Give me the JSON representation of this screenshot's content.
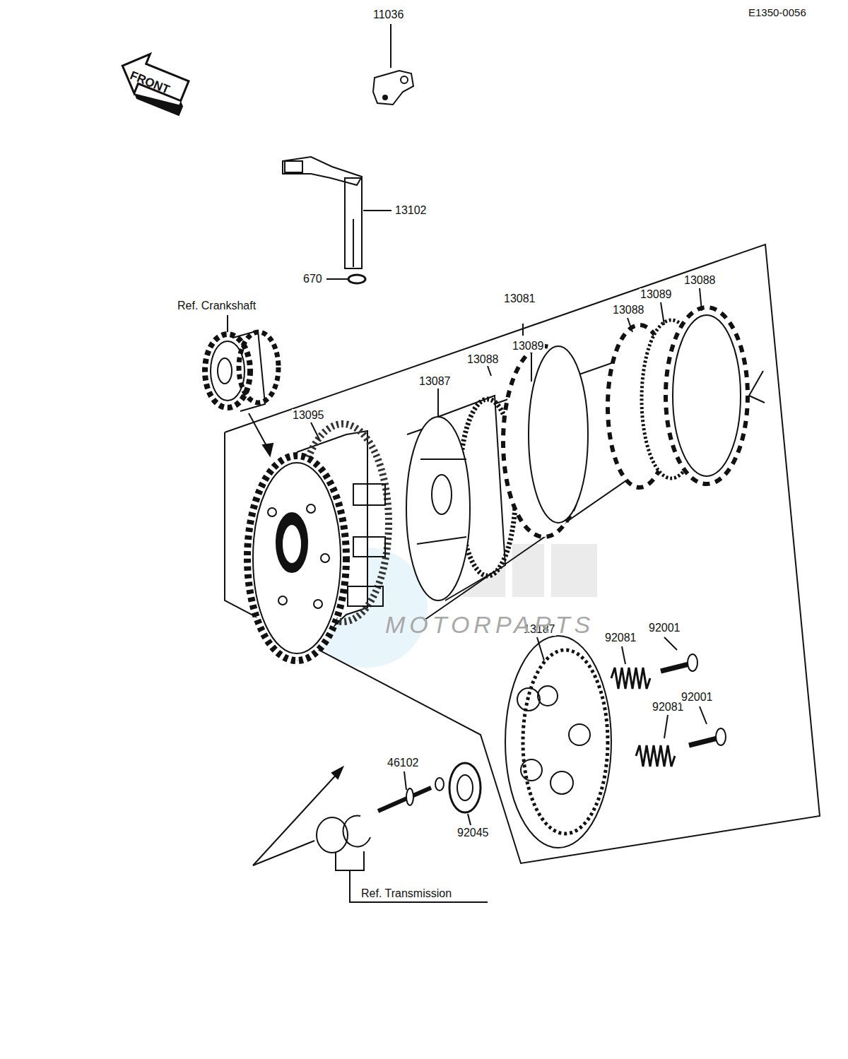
{
  "diagram": {
    "labels": [
      "E1350-0056",
      "FRONT",
      "11036",
      "13102",
      "670",
      "Ref. Crankshaft",
      "13081",
      "13089",
      "13088",
      "13088",
      "13089",
      "13088",
      "13087",
      "13095",
      "13187",
      "92081",
      "92001",
      "92081",
      "92001",
      "46102",
      "92045",
      "Ref. Transmission",
      "MOTORPARTS"
    ]
  }
}
